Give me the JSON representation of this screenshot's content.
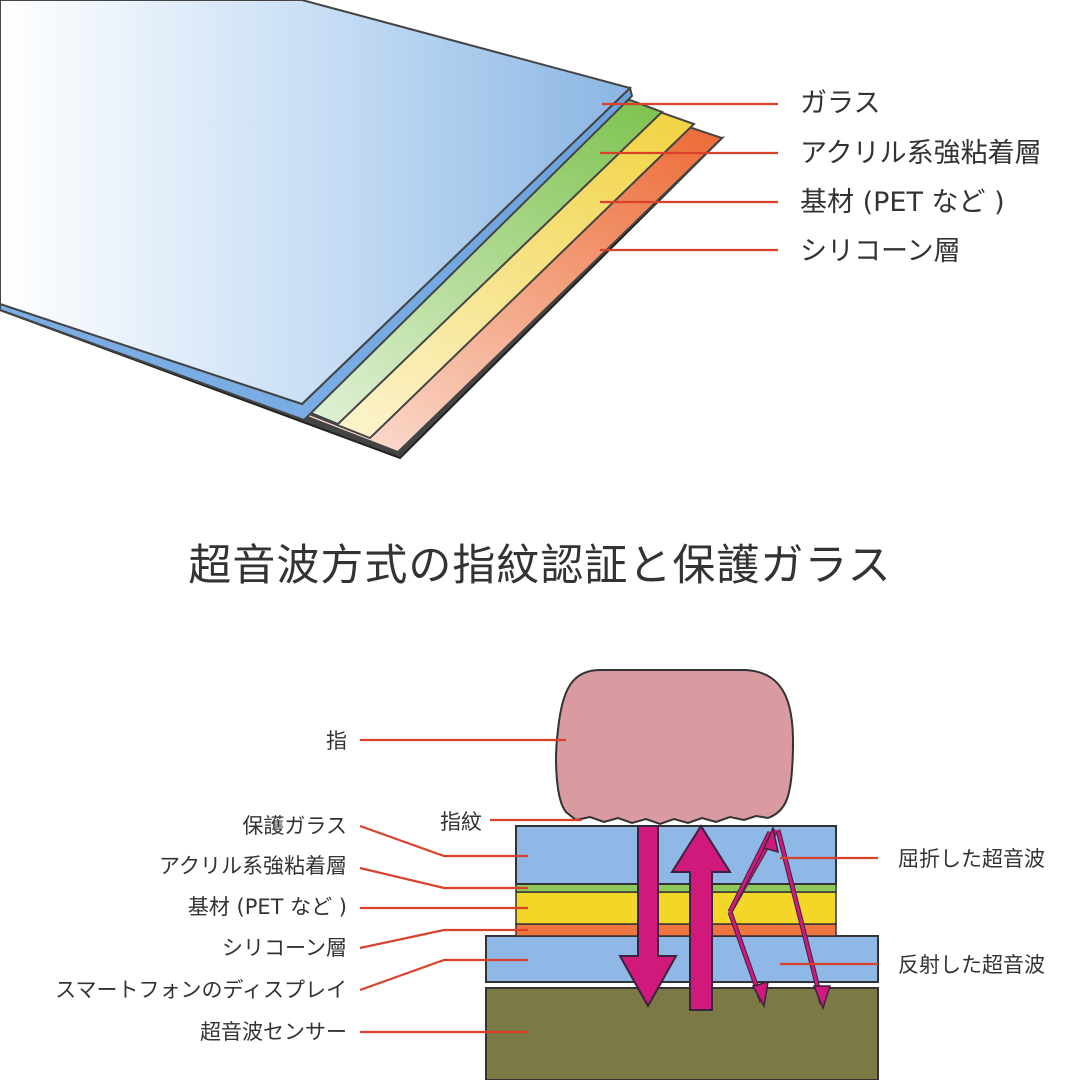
{
  "title": "超音波方式の指紋認証と保護ガラス",
  "top_diagram": {
    "labels": {
      "glass": "ガラス",
      "acrylic": "アクリル系強粘着層",
      "substrate": "基材 (PET など )",
      "silicone": "シリコーン層"
    },
    "colors": {
      "glass": "#8fb8e6",
      "acrylic": "#8cc85a",
      "substrate": "#f3d84a",
      "silicone": "#ee7440",
      "leader": "#d9412b"
    }
  },
  "bottom_diagram": {
    "labels": {
      "finger": "指",
      "fingerprint": "指紋",
      "protective_glass": "保護ガラス",
      "acrylic": "アクリル系強粘着層",
      "substrate": "基材 (PET など )",
      "silicone": "シリコーン層",
      "display": "スマートフォンのディスプレイ",
      "sensor": "超音波センサー",
      "refracted": "屈折した超音波",
      "reflected": "反射した超音波"
    },
    "colors": {
      "finger": "#d99aa0",
      "glass": "#8fb8e6",
      "acrylic": "#8cc85a",
      "substrate": "#f4d628",
      "silicone": "#ee7440",
      "display": "#8fb8e6",
      "sensor": "#7c7a44",
      "arrow": "#d0197a"
    }
  }
}
